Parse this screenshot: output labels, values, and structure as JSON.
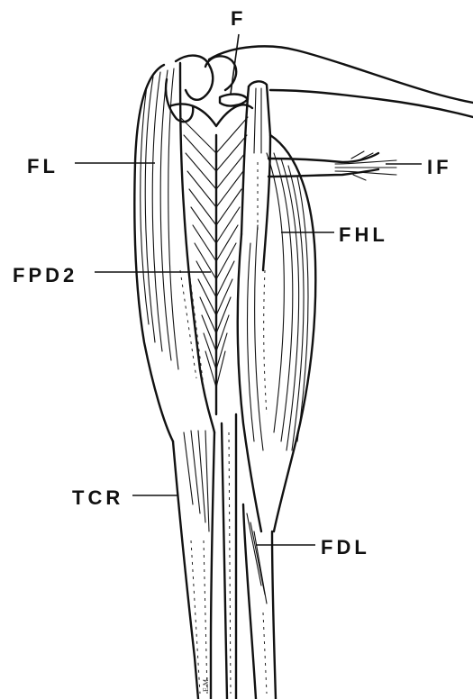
{
  "labels": {
    "F": "F",
    "IF": "IF",
    "FL": "FL",
    "FHL": "FHL",
    "FPD2": "FPD2",
    "TCR": "TCR",
    "FDL": "FDL"
  },
  "signature": "E.M."
}
